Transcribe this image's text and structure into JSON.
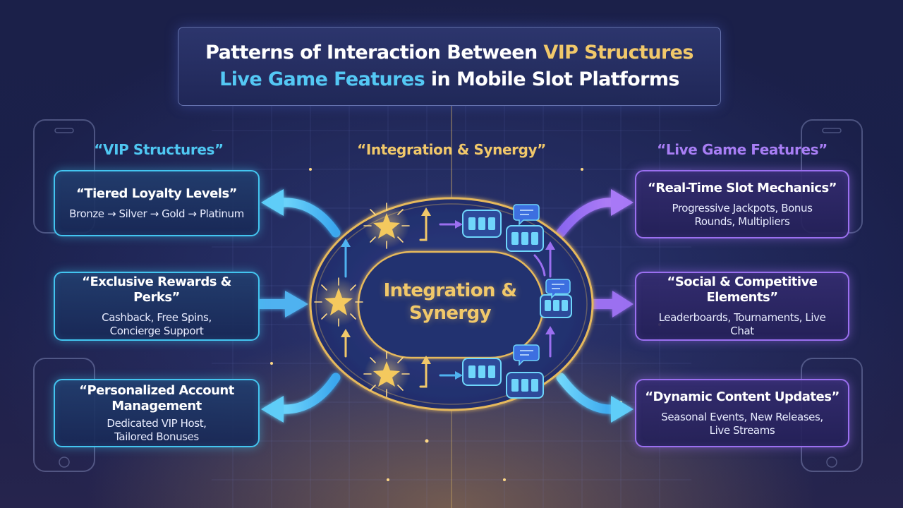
{
  "title": {
    "line1_prefix": "Patterns of Interaction Between ",
    "line1_highlight": "VIP Structures",
    "line2_highlight": "Live Game Features",
    "line2_suffix": " in Mobile Slot Platforms"
  },
  "columns": {
    "left": "“VIP Structures”",
    "center": "“Integration & Synergy”",
    "right": "“Live Game Features”"
  },
  "hub": {
    "label": "Integration & Synergy"
  },
  "vip_cards": [
    {
      "title": "“Tiered Loyalty Levels”",
      "desc": "Bronze → Silver → Gold → Platinum"
    },
    {
      "title": "“Exclusive Rewards & Perks”",
      "desc": "Cashback, Free Spins, Concierge Support"
    },
    {
      "title": "“Personalized Account Management",
      "desc": "Dedicated VIP Host, Tailored Bonuses"
    }
  ],
  "live_cards": [
    {
      "title": "“Real-Time Slot Mechanics”",
      "desc": "Progressive Jackpots, Bonus Rounds, Multipliers"
    },
    {
      "title": "“Social & Competitive Elements”",
      "desc": "Leaderboards, Tournaments, Live Chat"
    },
    {
      "title": "“Dynamic Content Updates”",
      "desc": "Seasonal Events, New Releases, Live Streams"
    }
  ],
  "colors": {
    "gold": "#f1c86a",
    "vip_accent": "#43c5f0",
    "live_accent": "#9b6ff0",
    "background": "#1b2049"
  },
  "icons": [
    "star-burst-icon",
    "slot-machine-icon",
    "chat-bubble-icon",
    "smartphone-outline-icon",
    "arrow-icon"
  ]
}
